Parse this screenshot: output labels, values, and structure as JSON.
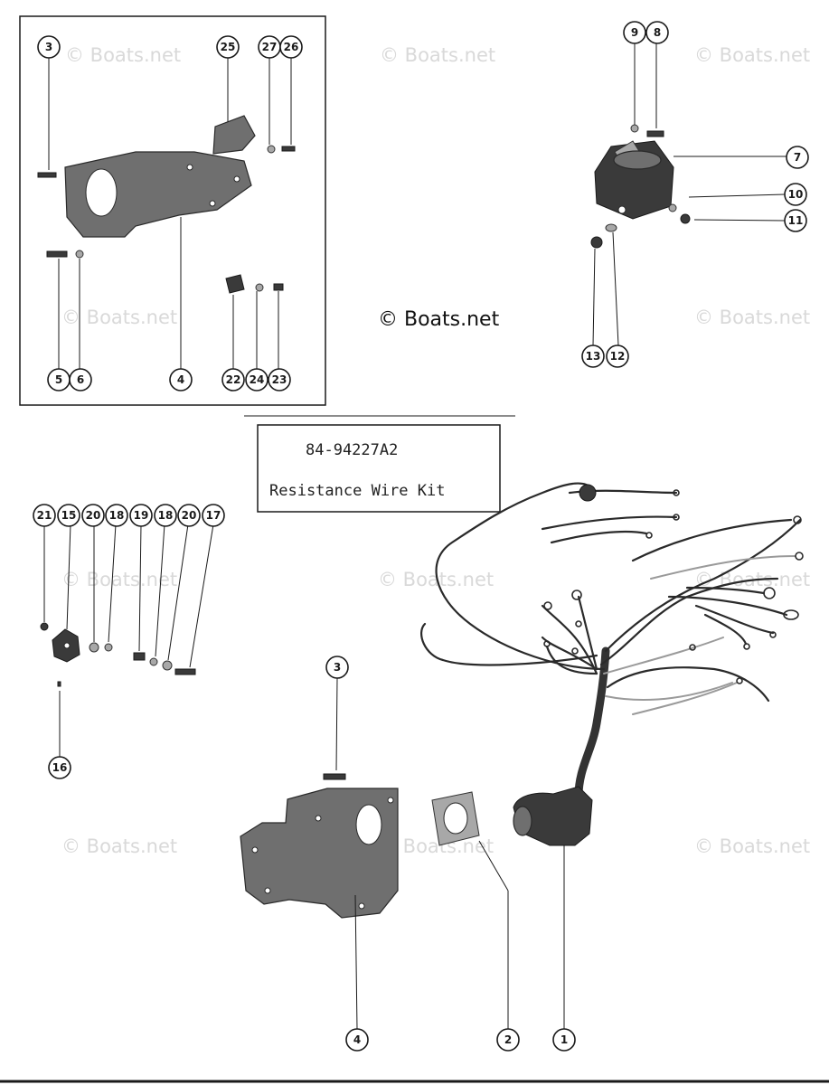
{
  "watermark_text": "© Boats.net",
  "copyright_text": "© Boats.net",
  "kit_box": {
    "part_number": "84-94227A2",
    "description": "Resistance Wire Kit"
  },
  "callouts": {
    "c3a": "3",
    "c25": "25",
    "c27": "27",
    "c26": "26",
    "c5": "5",
    "c6": "6",
    "c4a": "4",
    "c22": "22",
    "c24": "24",
    "c23": "23",
    "c9": "9",
    "c8": "8",
    "c7": "7",
    "c10": "10",
    "c11": "11",
    "c13": "13",
    "c12": "12",
    "c21": "21",
    "c15": "15",
    "c20a": "20",
    "c18a": "18",
    "c19": "19",
    "c18b": "18",
    "c20b": "20",
    "c17": "17",
    "c16": "16",
    "c3b": "3",
    "c4b": "4",
    "c2": "2",
    "c1": "1"
  }
}
